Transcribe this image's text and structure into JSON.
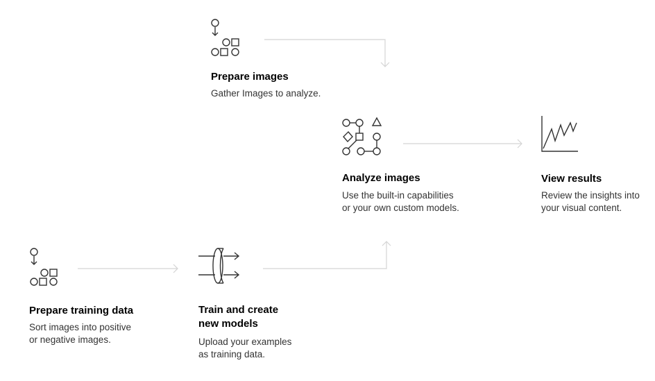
{
  "steps": {
    "prepare_images": {
      "title": "Prepare images",
      "desc": "Gather Images to analyze.",
      "icon": "circles-squares-sort-icon"
    },
    "analyze_images": {
      "title": "Analyze images",
      "desc_lines": [
        "Use the built-in capabilities",
        "or your own custom models."
      ],
      "icon": "node-graph-icon"
    },
    "view_results": {
      "title": "View results",
      "desc_lines": [
        "Review the insights into",
        "your visual content."
      ],
      "icon": "line-chart-icon"
    },
    "prepare_training_data": {
      "title": "Prepare training data",
      "desc_lines": [
        "Sort images into positive",
        "or negative images."
      ],
      "icon": "circles-squares-sort-icon"
    },
    "train_models": {
      "title_lines": [
        "Train and create",
        "new models"
      ],
      "desc_lines": [
        "Upload your examples",
        "as training data."
      ],
      "icon": "model-training-icon"
    }
  },
  "colors": {
    "connector": "#d4d4d4",
    "icon_stroke": "#333333",
    "title": "#000000",
    "text": "#333333"
  }
}
